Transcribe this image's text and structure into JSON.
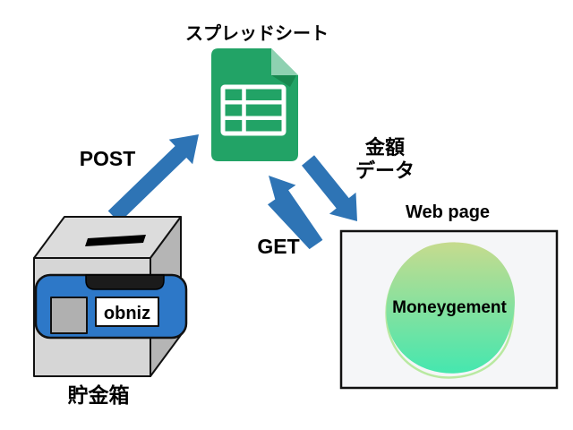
{
  "diagram": {
    "spreadsheet": {
      "label": "スプレッドシート",
      "icon": "google-sheets-icon"
    },
    "flows": {
      "post_label": "POST",
      "get_label": "GET",
      "amount_label_line1": "金額",
      "amount_label_line2": "データ"
    },
    "webpage": {
      "label": "Web page",
      "app_name": "Moneygement",
      "icon": "moneygement-blob-icon"
    },
    "piggybank": {
      "label": "貯金箱",
      "device_label": "obniz",
      "icon": "piggy-bank-box-icon"
    },
    "colors": {
      "arrow_blue": "#2e74b5",
      "device_blue": "#2d78c8",
      "sheets_green": "#22a366",
      "sheets_fold_light": "#8ed1b1",
      "sheets_fold_shadow": "#17884f",
      "sheets_grid_white": "#ffffff",
      "blob_gradient_top": "#c6db8e",
      "blob_gradient_bottom": "#45e7af",
      "blob_outline": "#b9e9a1",
      "box_top": "#dcdcdc",
      "box_front": "#d6d6d6",
      "box_side": "#b5b5b5",
      "display_dark": "#1b1b1b",
      "connector_gray": "#b0b0b0",
      "plate_white": "#ffffff",
      "webpage_bg": "#f5f6f8",
      "outline_black": "#111111",
      "text": "#000000"
    }
  }
}
